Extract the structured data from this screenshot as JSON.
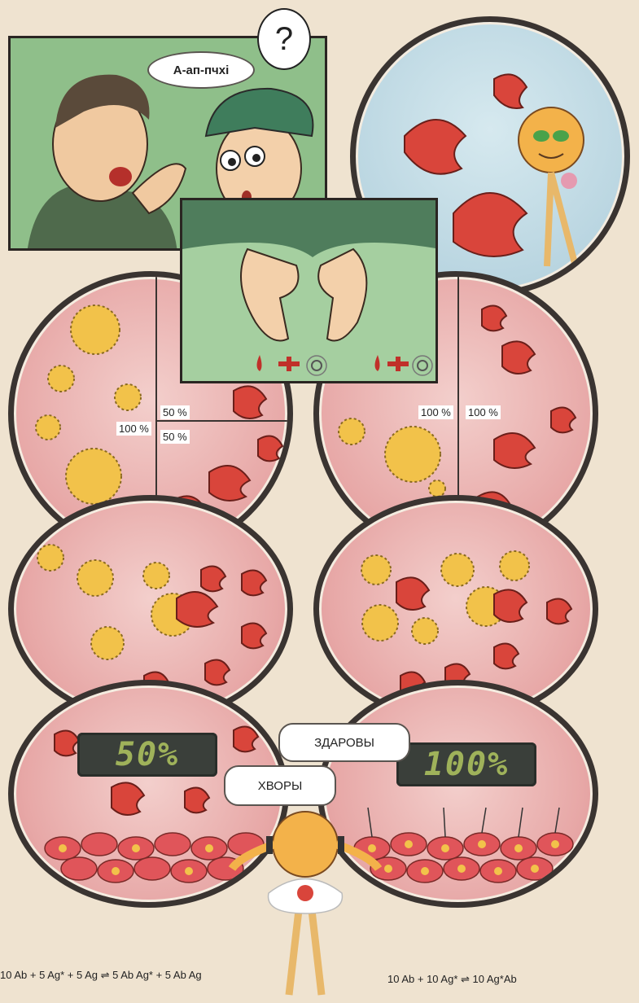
{
  "speech": {
    "sneeze": "А-ап-пчхі",
    "question": "?"
  },
  "percentages": {
    "left_whole": "100 %",
    "left_top": "50 %",
    "left_bottom": "50 %",
    "right_left": "100 %",
    "right_right": "100 %"
  },
  "displays": {
    "left": "50%",
    "right": "100%"
  },
  "labels": {
    "healthy": "ЗДАРОВЫ",
    "sick": "ХВОРЫ"
  },
  "formulas": {
    "left": "10 Ab + 5 Ag* + 5 Ag ⇌ 5 Ab Ag* + 5 Ab Ag",
    "right": "10 Ab + 10 Ag* ⇌ 10 Ag*Ab"
  },
  "colors": {
    "background": "#efe3d0",
    "pink_field": "#e7a7a6",
    "panel_green": "#8fbf8a",
    "sky_blue": "#bcd7e3",
    "virus_yellow": "#f2c24a",
    "antibody_red": "#d9453b",
    "display_green": "#9fb25a"
  }
}
